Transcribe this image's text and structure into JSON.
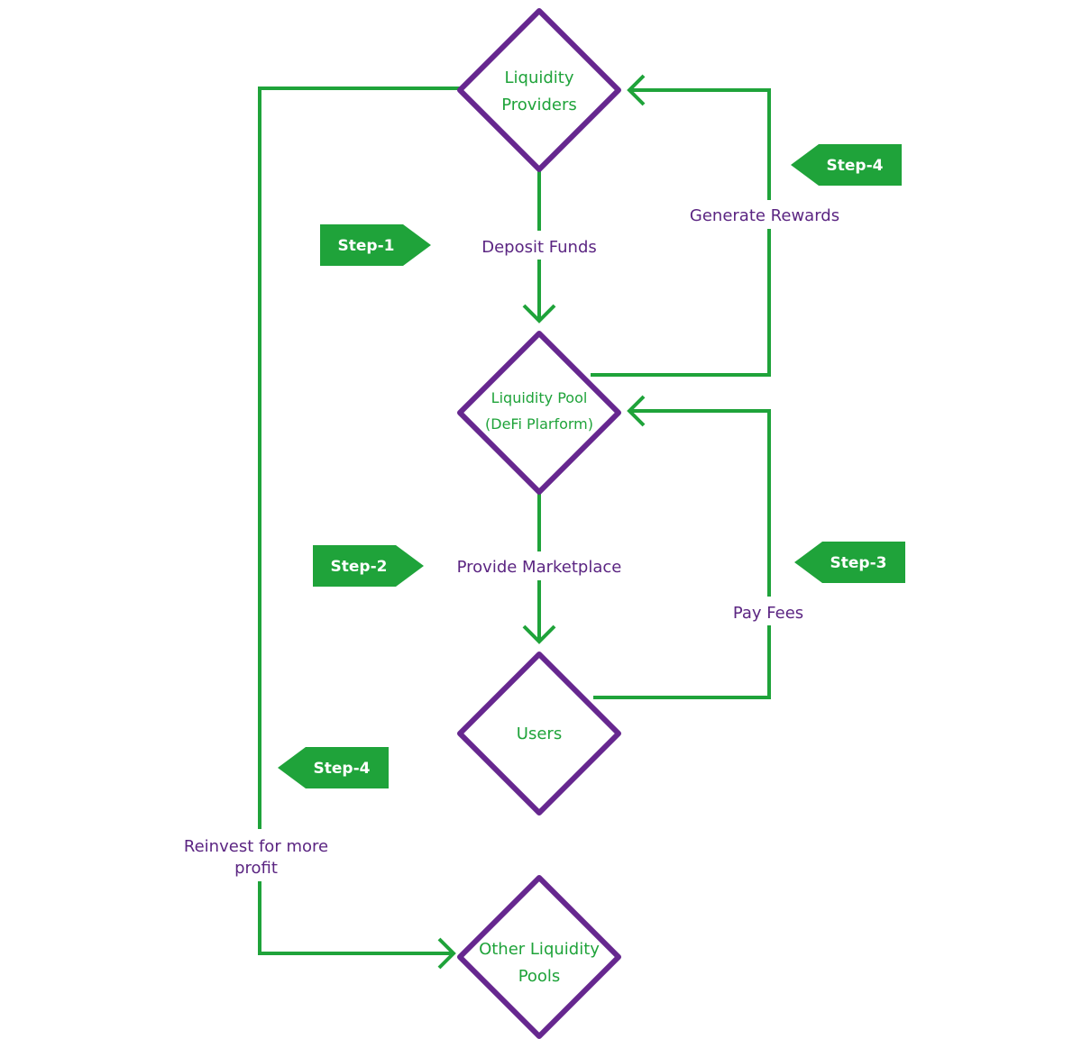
{
  "colors": {
    "line": "#1fa33a",
    "node_border": "#66278f",
    "node_text": "#1fa33a",
    "edge_text": "#5b2582",
    "step_fill": "#1fa33a",
    "step_text": "#ffffff"
  },
  "nodes": {
    "liquidity_providers": {
      "line1": "Liquidity",
      "line2": "Providers"
    },
    "liquidity_pool": {
      "line1": "Liquidity Pool",
      "line2": "(DeFi Plarform)"
    },
    "users": {
      "line1": "Users"
    },
    "other_pools": {
      "line1": "Other Liquidity",
      "line2": "Pools"
    }
  },
  "edges": {
    "deposit_funds": "Deposit Funds",
    "provide_marketplace": "Provide Marketplace",
    "generate_rewards": "Generate Rewards",
    "pay_fees": "Pay Fees",
    "reinvest_line1": "Reinvest for more",
    "reinvest_line2": "profit"
  },
  "steps": {
    "step1": "Step-1",
    "step2": "Step-2",
    "step3": "Step-3",
    "step4_top": "Step-4",
    "step4_bottom": "Step-4"
  }
}
